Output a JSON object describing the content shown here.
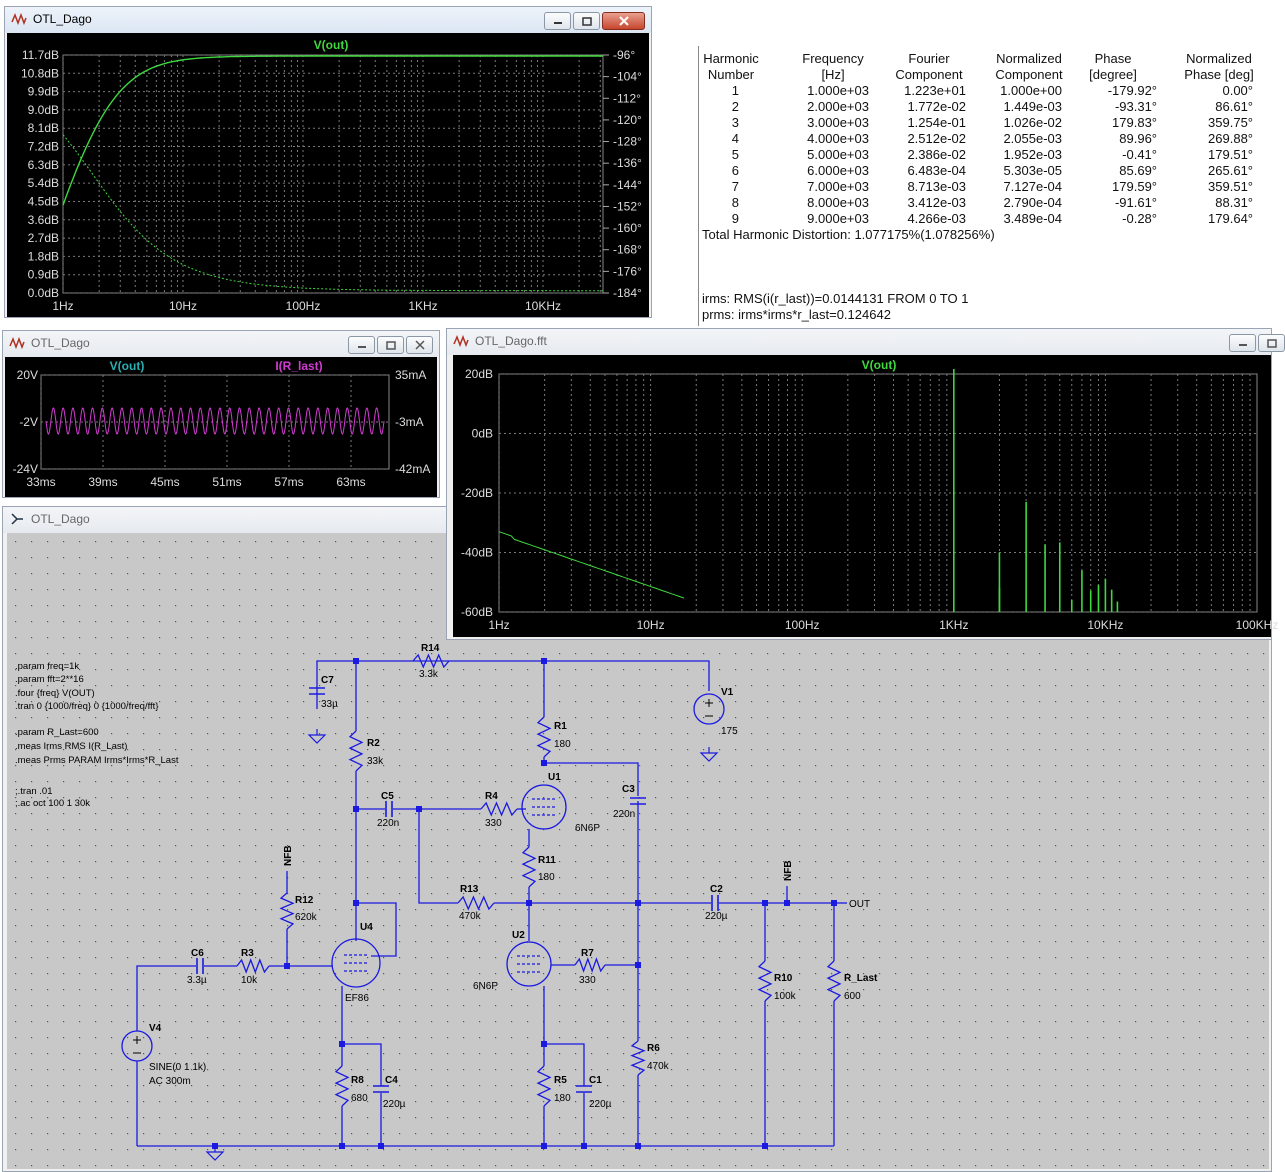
{
  "windows": {
    "bode": {
      "title": "OTL_Dago",
      "trace": "V(out)",
      "ylabels_left": [
        "11.7dB",
        "10.8dB",
        "9.9dB",
        "9.0dB",
        "8.1dB",
        "7.2dB",
        "6.3dB",
        "5.4dB",
        "4.5dB",
        "3.6dB",
        "2.7dB",
        "1.8dB",
        "0.9dB",
        "0.0dB"
      ],
      "ylabels_right": [
        "-96°",
        "-104°",
        "-112°",
        "-120°",
        "-128°",
        "-136°",
        "-144°",
        "-152°",
        "-160°",
        "-168°",
        "-176°",
        "-184°"
      ],
      "xlabels": [
        "1Hz",
        "10Hz",
        "100Hz",
        "1KHz",
        "10KHz"
      ]
    },
    "tran": {
      "title": "OTL_Dago",
      "trace1": "V(out)",
      "trace2": "I(R_last)",
      "ylabels_left": [
        "20V",
        "-2V",
        "-24V"
      ],
      "ylabels_right": [
        "35mA",
        "-3mA",
        "-42mA"
      ],
      "xlabels": [
        "33ms",
        "39ms",
        "45ms",
        "51ms",
        "57ms",
        "63ms"
      ]
    },
    "fft": {
      "title": "OTL_Dago.fft",
      "trace": "V(out)",
      "ylabels": [
        "20dB",
        "0dB",
        "-20dB",
        "-40dB",
        "-60dB"
      ],
      "xlabels": [
        "1Hz",
        "10Hz",
        "100Hz",
        "1KHz",
        "10KHz",
        "100KHz"
      ]
    },
    "schematic": {
      "title": "OTL_Dago"
    }
  },
  "fourier": {
    "header1": [
      "Harmonic",
      "Frequency",
      "Fourier",
      "Normalized",
      "Phase",
      "Normalized"
    ],
    "header2": [
      "Number",
      "[Hz]",
      "Component",
      "Component",
      "[degree]",
      "Phase [deg]"
    ],
    "rows": [
      [
        "1",
        "1.000e+03",
        "1.223e+01",
        "1.000e+00",
        "-179.92°",
        "0.00°"
      ],
      [
        "2",
        "2.000e+03",
        "1.772e-02",
        "1.449e-03",
        "-93.31°",
        "86.61°"
      ],
      [
        "3",
        "3.000e+03",
        "1.254e-01",
        "1.026e-02",
        "179.83°",
        "359.75°"
      ],
      [
        "4",
        "4.000e+03",
        "2.512e-02",
        "2.055e-03",
        "89.96°",
        "269.88°"
      ],
      [
        "5",
        "5.000e+03",
        "2.386e-02",
        "1.952e-03",
        "-0.41°",
        "179.51°"
      ],
      [
        "6",
        "6.000e+03",
        "6.483e-04",
        "5.303e-05",
        "85.69°",
        "265.61°"
      ],
      [
        "7",
        "7.000e+03",
        "8.713e-03",
        "7.127e-04",
        "179.59°",
        "359.51°"
      ],
      [
        "8",
        "8.000e+03",
        "3.412e-03",
        "2.790e-04",
        "-91.61°",
        "88.31°"
      ],
      [
        "9",
        "9.000e+03",
        "4.266e-03",
        "3.489e-04",
        "-0.28°",
        "179.64°"
      ]
    ],
    "thd": "Total Harmonic Distortion: 1.077175%(1.078256%)",
    "meas1": "irms: RMS(i(r_last))=0.0144131 FROM 0 TO 1",
    "meas2": "prms: irms*irms*r_last=0.124642"
  },
  "directives": [
    ".param freq=1k",
    ".param fft=2**16",
    ".four {freq} V(OUT)",
    ".tran 0 {1000/freq} 0 {1000/freq/fft}",
    ".param R_Last=600",
    ".meas Irms RMS I(R_Last)",
    ".meas Prms PARAM Irms*Irms*R_Last",
    ";.tran .01",
    ";.ac oct 100 1 30k"
  ],
  "components": {
    "R14": [
      "R14",
      "3.3k"
    ],
    "C7": [
      "C7",
      "33µ"
    ],
    "V1": [
      "V1",
      "175"
    ],
    "R1": [
      "R1",
      "180"
    ],
    "R2": [
      "R2",
      "33k"
    ],
    "C5": [
      "C5",
      "220n"
    ],
    "R4": [
      "R4",
      "330"
    ],
    "U1": [
      "U1",
      "6N6P"
    ],
    "C3": [
      "C3",
      "220n"
    ],
    "R11": [
      "R11",
      "180"
    ],
    "R13": [
      "R13",
      "470k"
    ],
    "C2": [
      "C2",
      "220µ"
    ],
    "NFB": "NFB",
    "OUT": "OUT",
    "R12": [
      "R12",
      "620k"
    ],
    "U4": [
      "U4",
      "EF86"
    ],
    "U2": [
      "U2",
      "6N6P"
    ],
    "R7": [
      "R7",
      "330"
    ],
    "C6": [
      "C6",
      "3.3µ"
    ],
    "R3": [
      "R3",
      "10k"
    ],
    "R10": [
      "R10",
      "100k"
    ],
    "R_Last": [
      "R_Last",
      "600"
    ],
    "V4": [
      "V4",
      "SINE(0 1 1k)",
      "AC 300m"
    ],
    "R8": [
      "R8",
      "680"
    ],
    "C4": [
      "C4",
      "220µ"
    ],
    "R5": [
      "R5",
      "180"
    ],
    "C1": [
      "C1",
      "220µ"
    ],
    "R6": [
      "R6",
      "470k"
    ]
  },
  "colors": {
    "trace_green": "#3fd83f",
    "trace_magenta": "#d23cd2",
    "trace_teal": "#2ab0b0",
    "wire": "#1a1ae0",
    "grid": "#7a7a7a",
    "plot_bg": "#000000",
    "sheet": "#c8c8c8"
  }
}
